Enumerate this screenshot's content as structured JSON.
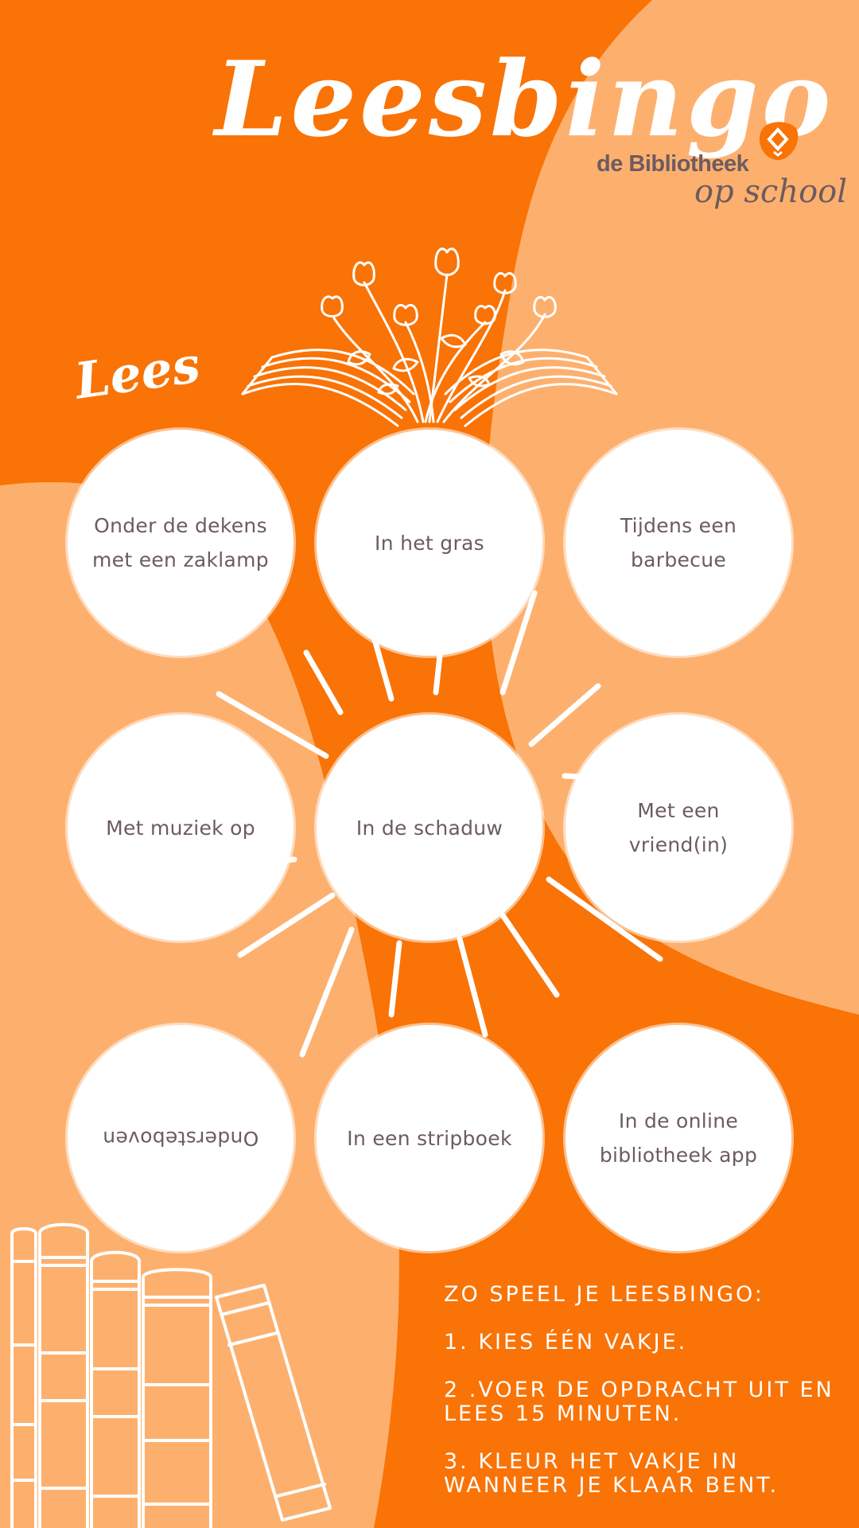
{
  "title": "Leesbingo",
  "logo": {
    "line1": "de Bibliotheek",
    "line2": "op school",
    "icon": "bibliotheek-logo-icon"
  },
  "prefix": "Lees",
  "colors": {
    "dark_orange": "#F97306",
    "light_orange": "#FDB06E",
    "white": "#FFFFFF",
    "text": "#6D5B60"
  },
  "bingo": [
    {
      "text": "Onder de dekens met een zaklamp"
    },
    {
      "text": "In het gras"
    },
    {
      "text": "Tijdens een barbecue"
    },
    {
      "text": "Met muziek op"
    },
    {
      "text": "In de schaduw"
    },
    {
      "text": "Met een vriend(in)"
    },
    {
      "text": "Ondersteboven"
    },
    {
      "text": "In een stripboek"
    },
    {
      "text": "In de online bibliotheek app"
    }
  ],
  "instructions": {
    "heading": "ZO SPEEL JE LEESBINGO:",
    "steps": [
      "1. KIES ÉÉN VAKJE.",
      "2 .VOER DE OPDRACHT UIT EN LEES 15 MINUTEN.",
      "3. KLEUR HET VAKJE IN WANNEER JE KLAAR BENT."
    ]
  },
  "decorations": [
    "book-with-flowers-illustration",
    "sun-rays-illustration",
    "books-on-shelf-illustration"
  ]
}
